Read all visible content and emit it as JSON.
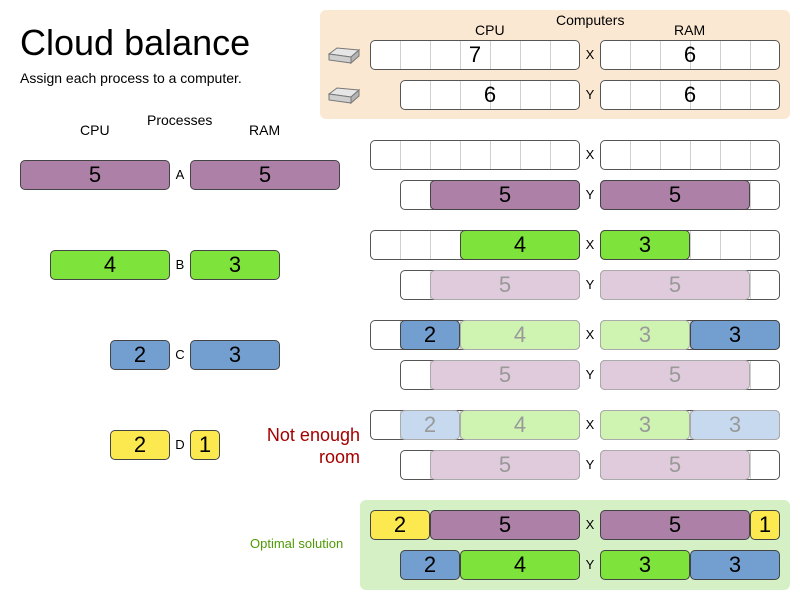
{
  "title": "Cloud balance",
  "subtitle": "Assign each process to a computer.",
  "processes": {
    "header": "Processes",
    "cpu_label": "CPU",
    "ram_label": "RAM",
    "items": [
      {
        "id": "A",
        "cpu": "5",
        "ram": "5",
        "color": "#ad80a8"
      },
      {
        "id": "B",
        "cpu": "4",
        "ram": "3",
        "color": "#7ee33a"
      },
      {
        "id": "C",
        "cpu": "2",
        "ram": "3",
        "color": "#729fcf"
      },
      {
        "id": "D",
        "cpu": "2",
        "ram": "1",
        "color": "#fce94f"
      }
    ]
  },
  "computers": {
    "header": "Computers",
    "cpu_label": "CPU",
    "ram_label": "RAM",
    "items": [
      {
        "id": "X",
        "cpu": "7",
        "ram": "6",
        "icon": "server-icon"
      },
      {
        "id": "Y",
        "cpu": "6",
        "ram": "6",
        "icon": "server-icon"
      }
    ]
  },
  "steps": [
    {
      "x": {
        "cpu": [],
        "ram": []
      },
      "y": {
        "cpu": [
          "5"
        ],
        "ram": [
          "5"
        ]
      }
    },
    {
      "x": {
        "cpu": [
          "4"
        ],
        "ram": [
          "3"
        ]
      },
      "y": {
        "cpu": [
          "5"
        ],
        "ram": [
          "5"
        ]
      }
    },
    {
      "x": {
        "cpu": [
          "2",
          "4"
        ],
        "ram": [
          "3",
          "3"
        ]
      },
      "y": {
        "cpu": [
          "5"
        ],
        "ram": [
          "5"
        ]
      }
    },
    {
      "x": {
        "cpu": [
          "2",
          "4"
        ],
        "ram": [
          "3",
          "3"
        ]
      },
      "y": {
        "cpu": [
          "5"
        ],
        "ram": [
          "5"
        ]
      }
    },
    {
      "x": {
        "cpu": [
          "2",
          "5"
        ],
        "ram": [
          "5",
          "1"
        ]
      },
      "y": {
        "cpu": [
          "2",
          "4"
        ],
        "ram": [
          "3",
          "3"
        ]
      }
    }
  ],
  "labels": {
    "x": "X",
    "y": "Y"
  },
  "notes": {
    "not_enough": "Not enough room",
    "optimal": "Optimal solution"
  }
}
